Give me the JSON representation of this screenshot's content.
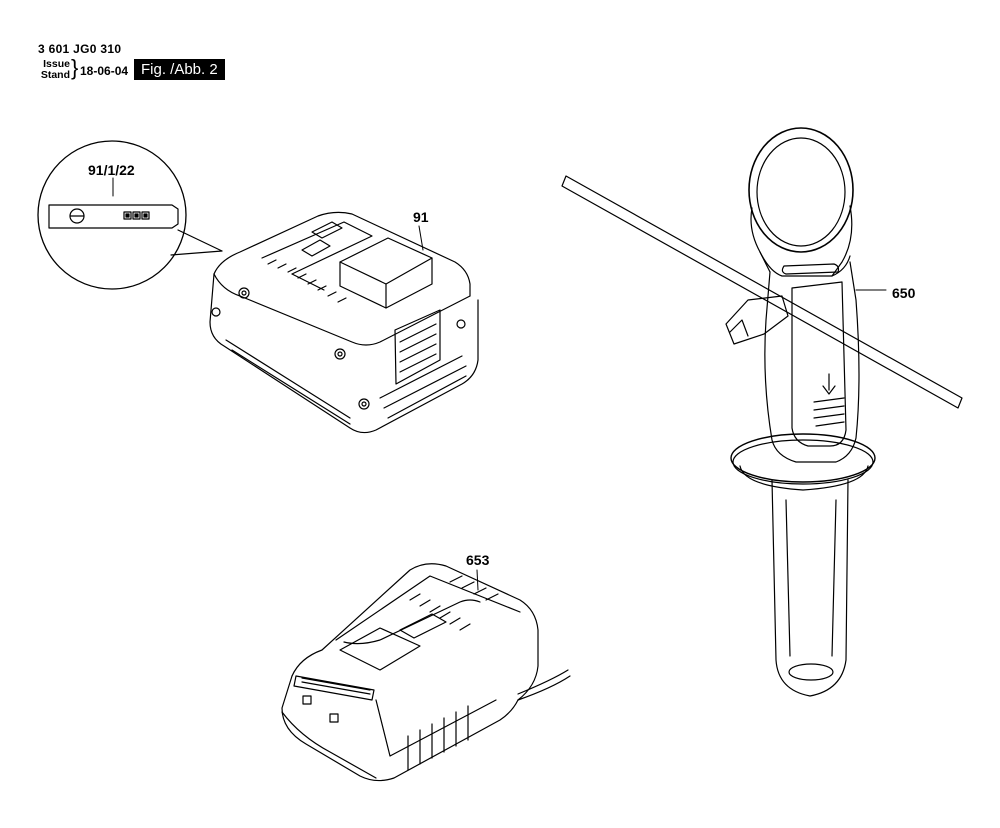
{
  "header": {
    "doc_number": "3 601 JG0 310",
    "issue_label_1": "Issue",
    "issue_label_2": "Stand",
    "brace": "}",
    "issue_date": "18-06-04",
    "figure_badge": "Fig. /Abb. 2"
  },
  "callouts": {
    "detail": "91/1/22",
    "battery": "91",
    "handle": "650",
    "charger": "653"
  }
}
